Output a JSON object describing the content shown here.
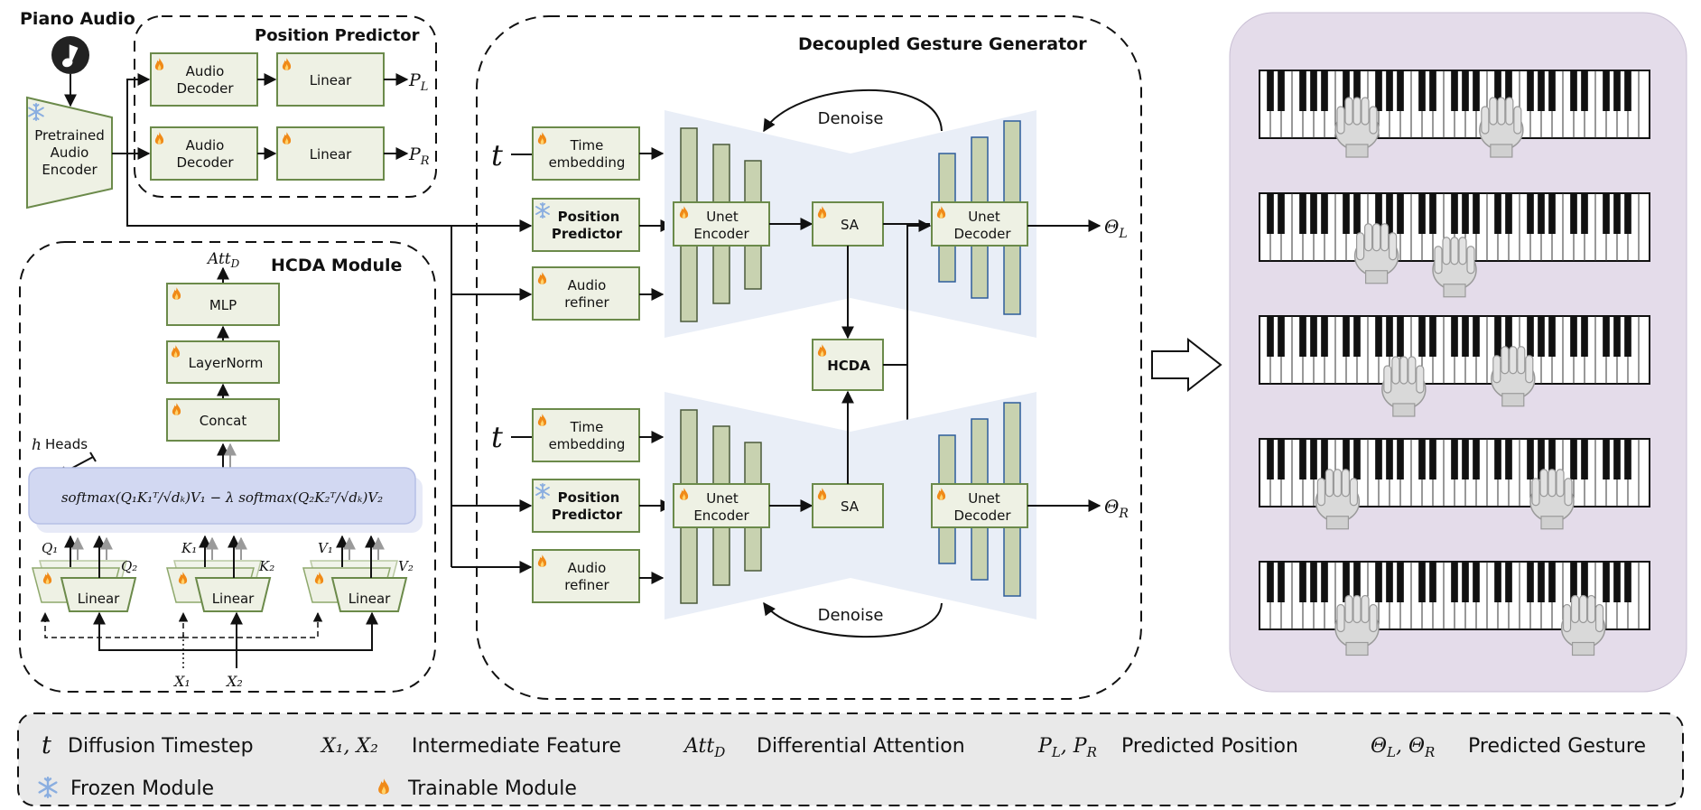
{
  "colors": {
    "box_fill": "#eef1e4",
    "box_stroke": "#6b8a4a",
    "bar_green": "#c8d2b0",
    "bar_blue_stroke": "#2e5d9c",
    "hand_panel": "#e4dcea",
    "legend_bg": "#e9e9e9",
    "flame": "#f08a18",
    "frozen": "#8aaee0"
  },
  "icons": {
    "trainable": "flame-icon",
    "frozen": "snowflake-icon",
    "audio": "music-note-icon",
    "output": "arrow-right-icon"
  },
  "input": {
    "title": "Piano Audio"
  },
  "encoder": {
    "l1": "Pretrained",
    "l2": "Audio",
    "l3": "Encoder"
  },
  "position_predictor": {
    "title": "Position Predictor",
    "dec_l1": "Audio",
    "dec_l2": "Decoder",
    "linear": "Linear",
    "out_L_base": "P",
    "out_L_sub": "L",
    "out_R_base": "P",
    "out_R_sub": "R"
  },
  "hcda": {
    "title": "HCDA Module",
    "att_base": "Att",
    "att_sub": "D",
    "mlp": "MLP",
    "layernorm": "LayerNorm",
    "concat": "Concat",
    "heads_var": "h",
    "heads_label": "Heads",
    "formula": "softmax(Q₁K₁ᵀ/√dₖ)V₁ − λ softmax(Q₂K₂ᵀ/√dₖ)V₂",
    "linear": "Linear",
    "q1": "Q₁",
    "q2": "Q₂",
    "k1": "K₁",
    "k2": "K₂",
    "v1": "V₁",
    "v2": "V₂",
    "x1": "X₁",
    "x2": "X₂"
  },
  "generator": {
    "title": "Decoupled Gesture Generator",
    "t": "t",
    "time_l1": "Time",
    "time_l2": "embedding",
    "pos_l1": "Position",
    "pos_l2": "Predictor",
    "ref_l1": "Audio",
    "ref_l2": "refiner",
    "enc_l1": "Unet",
    "enc_l2": "Encoder",
    "dec_l1": "Unet",
    "dec_l2": "Decoder",
    "sa": "SA",
    "hcda": "HCDA",
    "denoise": "Denoise",
    "theta_L": "ΘL",
    "theta_R": "ΘR"
  },
  "legend": {
    "t_sym": "t",
    "t_text": "Diffusion Timestep",
    "x_sym": "X₁, X₂",
    "x_text": "Intermediate Feature",
    "att_sym": "AttD",
    "att_text": "Differential Attention",
    "p_sym": "PL, PR",
    "p_text": "Predicted Position",
    "theta_sym": "ΘL, ΘR",
    "theta_text": "Predicted Gesture",
    "frozen_text": "Frozen Module",
    "trainable_text": "Trainable Module"
  }
}
